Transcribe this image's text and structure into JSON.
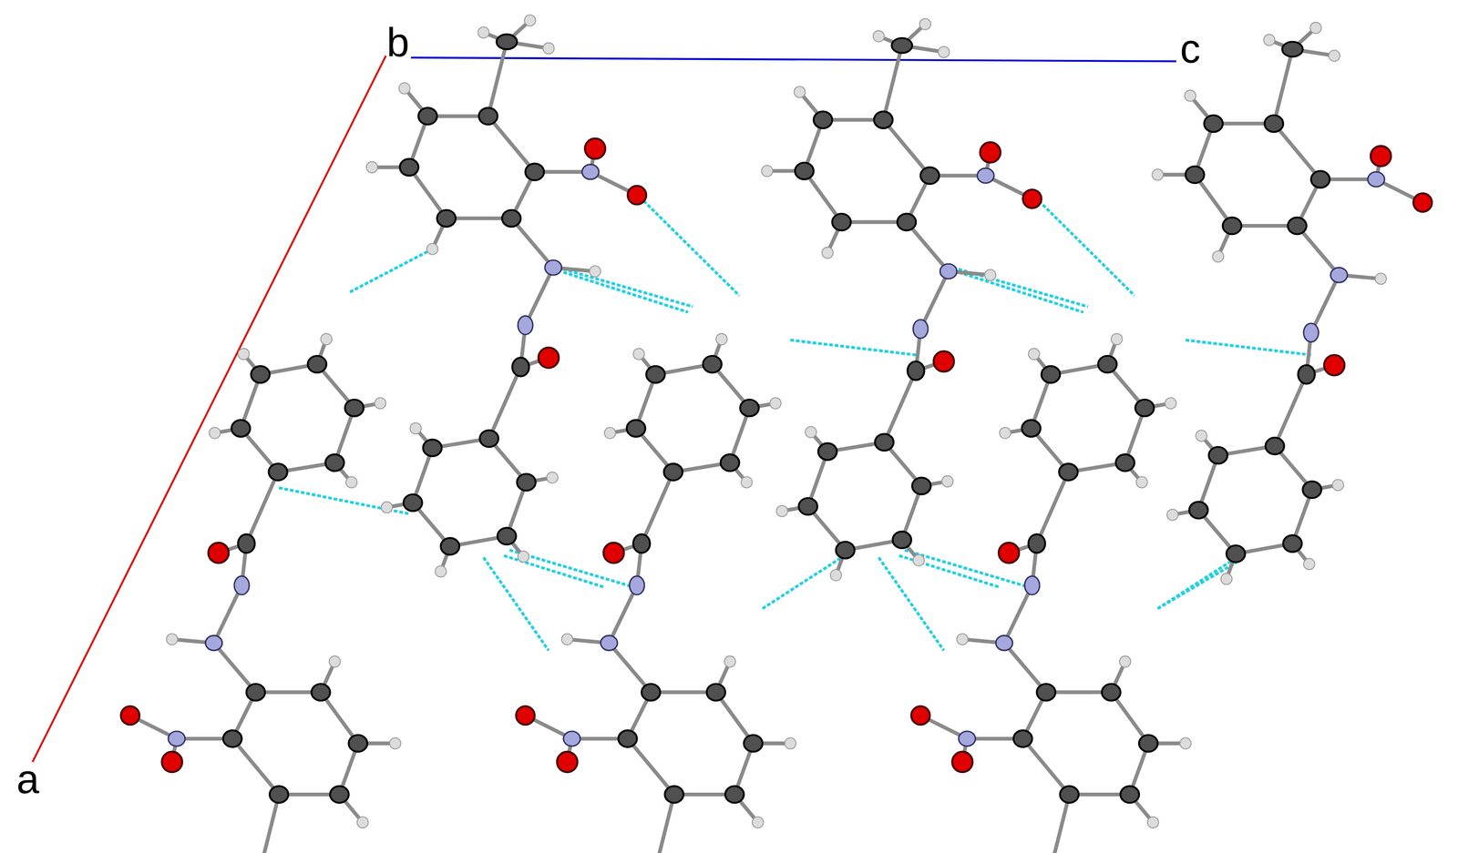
{
  "diagram": {
    "labels": [
      "b",
      "c",
      "a"
    ]
  }
}
